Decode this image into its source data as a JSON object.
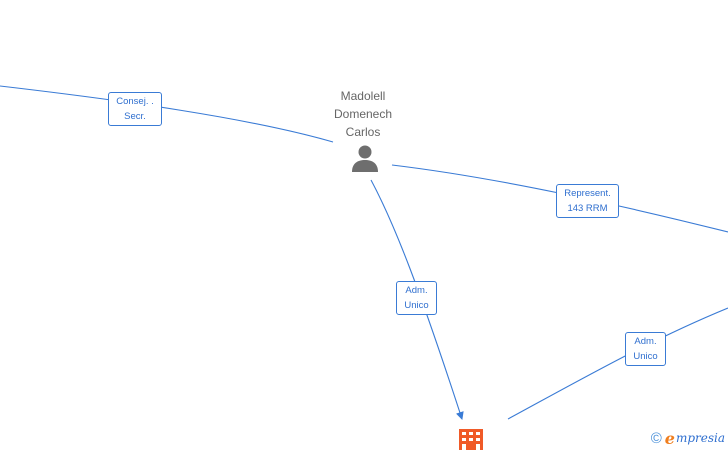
{
  "graph": {
    "center_person": {
      "name_lines": [
        "Madolell",
        "Domenech",
        "Carlos"
      ],
      "icon": "person-icon",
      "icon_color": "#6e6e6e"
    },
    "company_node": {
      "icon": "building-icon",
      "icon_color": "#f05a28"
    },
    "edge_color": "#3a7bd5",
    "edges": [
      {
        "id": "consej",
        "label_lines": [
          "Consej. .",
          "Secr."
        ]
      },
      {
        "id": "represent",
        "label_lines": [
          "Represent.",
          "143 RRM"
        ]
      },
      {
        "id": "adm1",
        "label_lines": [
          "Adm.",
          "Unico"
        ]
      },
      {
        "id": "adm2",
        "label_lines": [
          "Adm.",
          "Unico"
        ]
      }
    ]
  },
  "branding": {
    "copyright_symbol": "©",
    "logo_initial": "e",
    "logo_rest": "mpresia"
  }
}
